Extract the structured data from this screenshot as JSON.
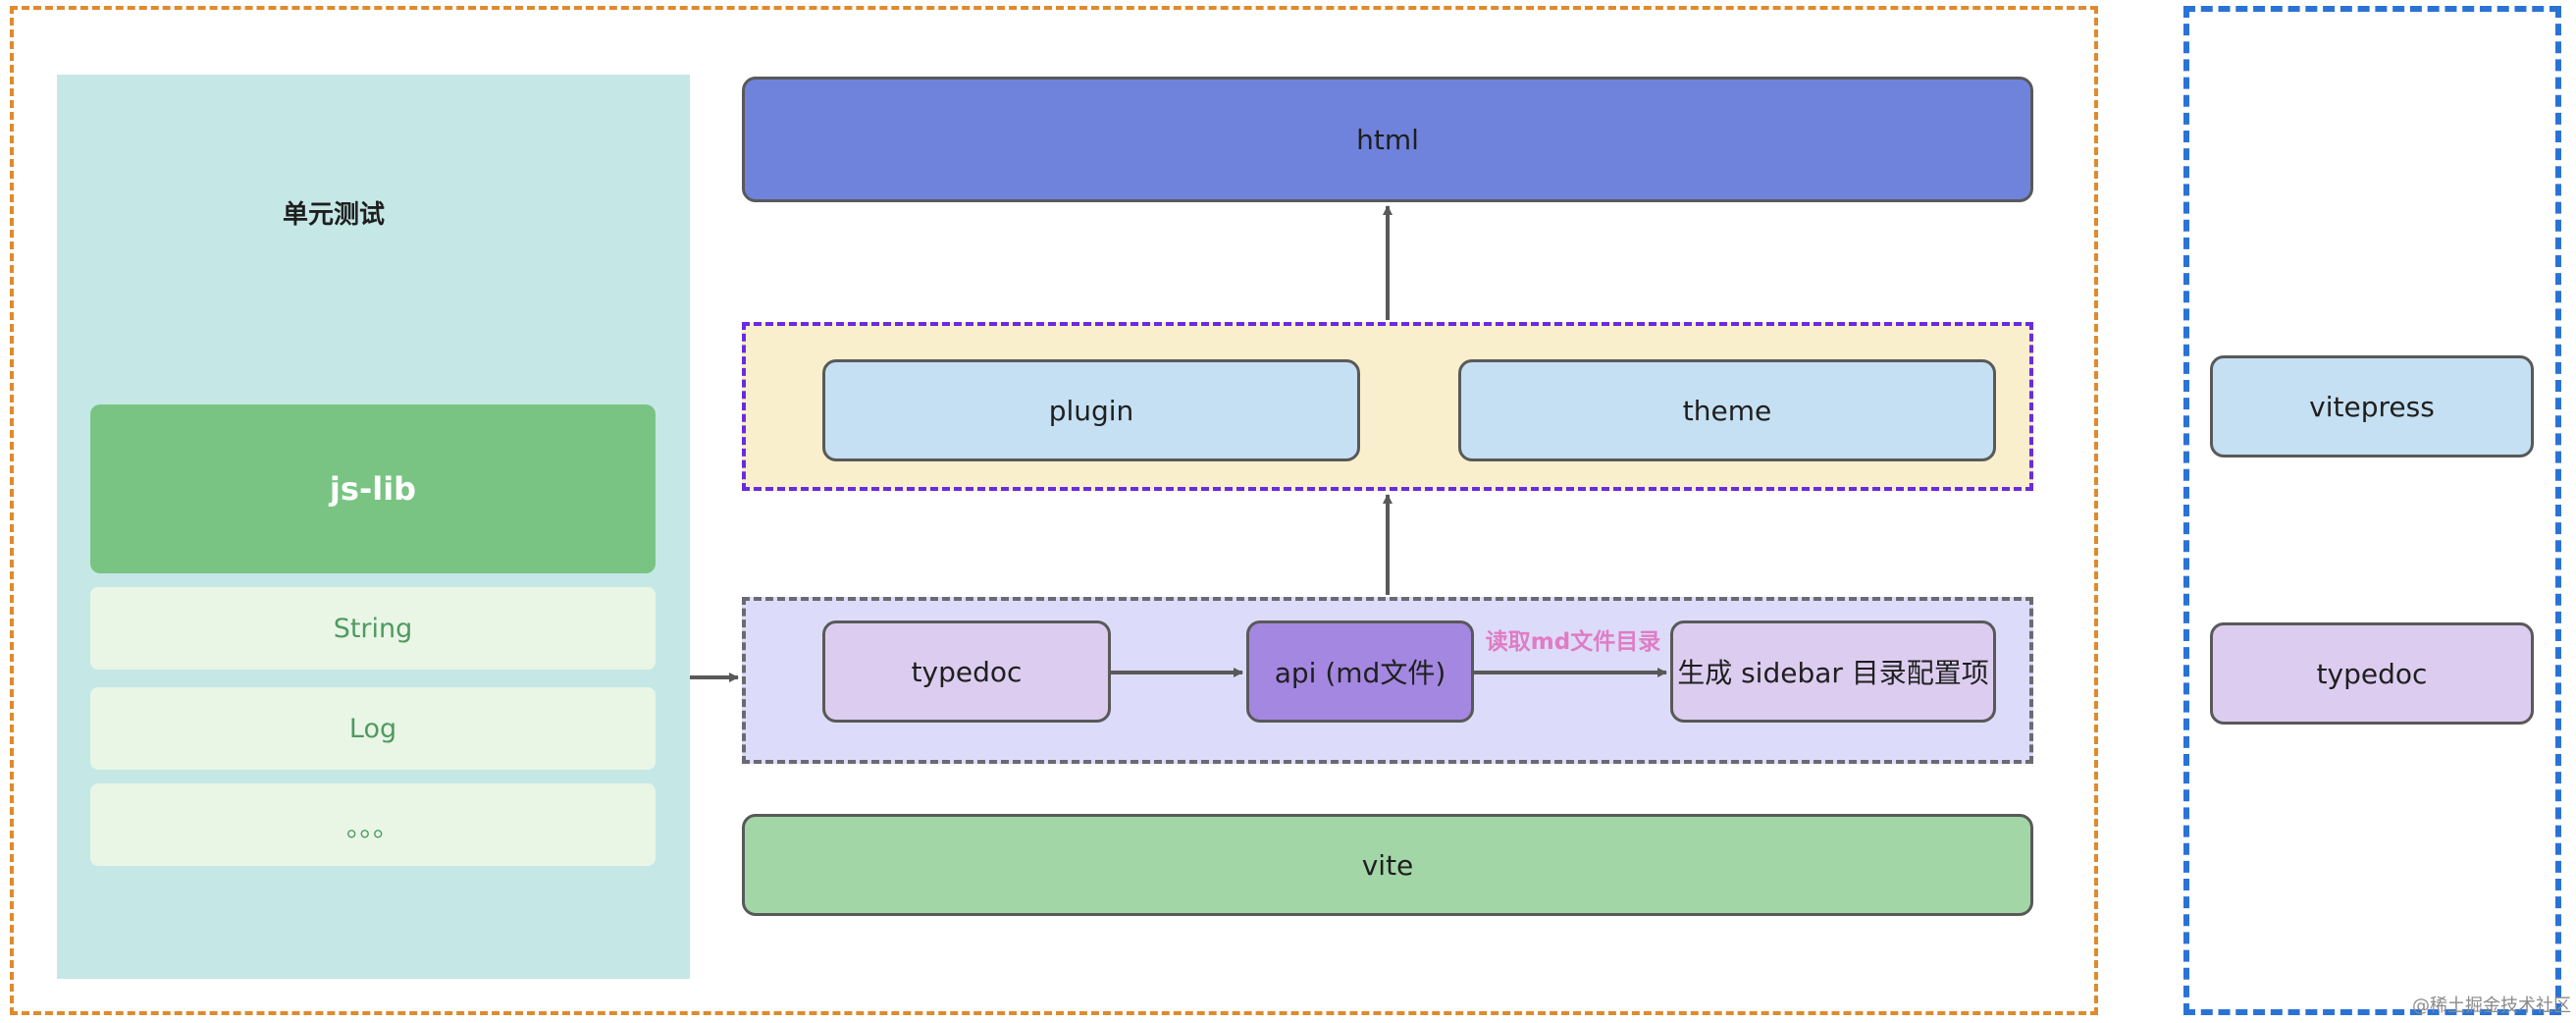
{
  "unit_test": {
    "title": "单元测试",
    "lib": "js-lib",
    "items": [
      "String",
      "Log",
      "。。。"
    ]
  },
  "nodes": {
    "html": "html",
    "plugin": "plugin",
    "theme": "theme",
    "typedoc": "typedoc",
    "api": "api (md文件)",
    "sidebar": "生成 sidebar 目录配置项",
    "vite": "vite"
  },
  "edge_label": "读取md文件目录",
  "right_panel": {
    "vitepress": "vitepress",
    "typedoc": "typedoc"
  },
  "watermark": "@稀土掘金技术社区",
  "colors": {
    "outer_frame": "#e08a2c",
    "right_frame": "#2a73d6",
    "unit_panel": "#c5e8e7",
    "js_lib": "#79c483",
    "html": "#6f83dc",
    "plugin_group": "#f9efcd",
    "typedoc_group": "#dcdcfa",
    "api": "#a487e0",
    "vite": "#a3d6a7",
    "edge_label": "#e07cc4"
  }
}
